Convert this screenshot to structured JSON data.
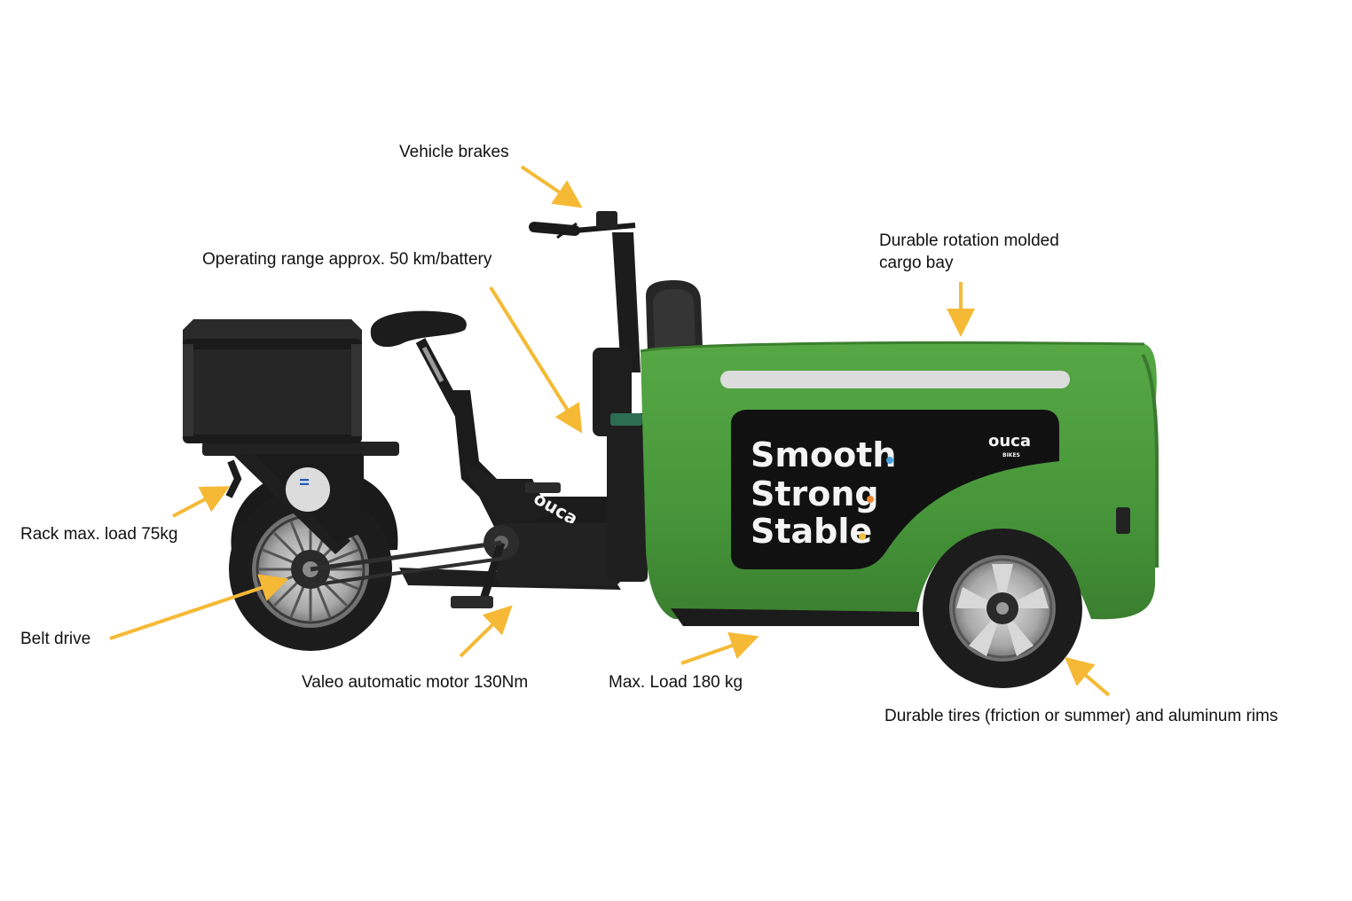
{
  "annotations": {
    "vehicle_brakes": "Vehicle brakes",
    "operating_range": "Operating range approx. 50 km/battery",
    "cargo_bay_line1": "Durable rotation molded",
    "cargo_bay_line2": "cargo bay",
    "rack_load": "Rack max. load 75kg",
    "belt_drive": "Belt drive",
    "motor": "Valeo automatic motor 130Nm",
    "max_load": "Max. Load 180 kg",
    "tires": "Durable tires (friction or summer) and aluminum rims"
  },
  "cargo_panel": {
    "line1": "Smooth",
    "line2": "Strong",
    "line3": "Stable",
    "brand": "ouca",
    "brand_sub": "BIKES"
  },
  "frame_brand": "ouca",
  "colors": {
    "arrow": "#f5b935",
    "body_green": "#48973a",
    "panel_black": "#111111",
    "frame_black": "#1b1b1b",
    "dot_blue": "#4aa3e0",
    "dot_orange": "#f08a30",
    "dot_yellow": "#f3c242"
  }
}
